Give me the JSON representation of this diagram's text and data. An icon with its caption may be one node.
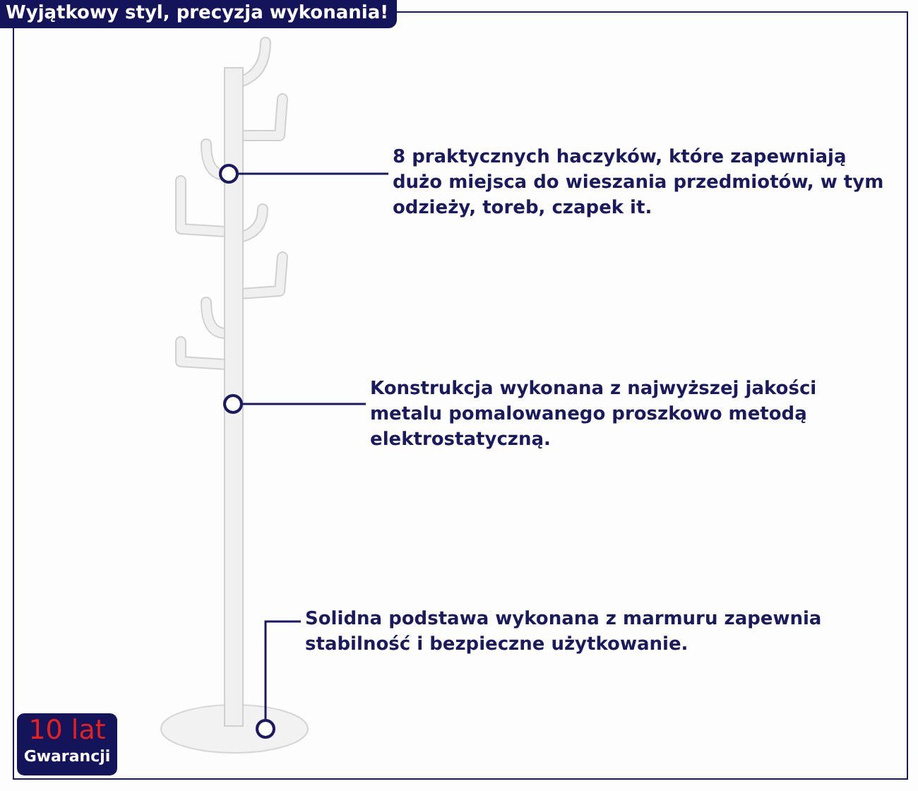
{
  "diagram": {
    "title": "Wyjątkowy styl, precyzja wykonania!",
    "nodes": [
      {
        "text": [
          "8 praktycznych haczyków, które zapewniają dużo miejsca do wieszania przedmiotów, w tym odzieży, toreb, czapek it."
        ]
      },
      {
        "text": [
          "Konstrukcja wykonana z najwyższej jakości metalu pomalowanego proszkowo metodą elektrostatyczną."
        ]
      },
      {
        "text": [
          "Solidna podstawa wykonana z marmuru zapewnia stabilność i bezpieczne użytkowanie."
        ]
      },
      {
        "text": [],
        "shape": "circle"
      },
      {
        "text": [],
        "shape": "circle"
      },
      {
        "text": [],
        "shape": "circle"
      }
    ],
    "edges": [
      {
        "from": 0,
        "to": 3,
        "arrow": "none"
      },
      {
        "from": 1,
        "to": 4,
        "arrow": "none"
      },
      {
        "from": 2,
        "to": 5,
        "arrow": "none"
      }
    ],
    "labels": [
      "10 lat",
      "Gwarancji"
    ]
  }
}
